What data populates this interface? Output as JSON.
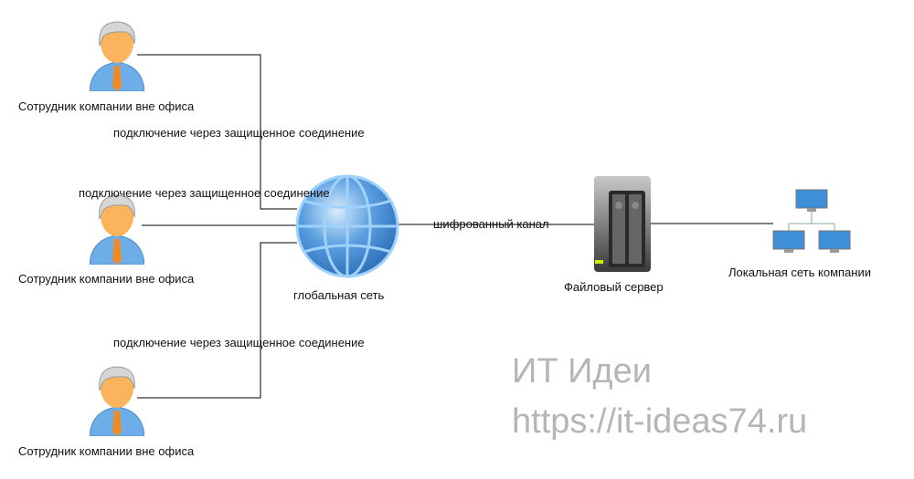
{
  "users": [
    {
      "label": "Сотрудник компании вне офиса",
      "connection": "подключение через защищенное соединение"
    },
    {
      "label": "Сотрудник компании вне офиса",
      "connection": "подключение через защищенное соединение"
    },
    {
      "label": "Сотрудник компании вне офиса",
      "connection": "подключение через защищенное соединение"
    }
  ],
  "globe": {
    "label": "глобальная сеть"
  },
  "channel": {
    "label": "шифрованный канал"
  },
  "server": {
    "label": "Файловый сервер"
  },
  "lan": {
    "label": "Локальная сеть компании"
  },
  "watermark": {
    "line1": "ИТ Идеи",
    "line2": "https://it-ideas74.ru"
  },
  "colors": {
    "globe": "#3f86d0",
    "shirt": "#6eaee8",
    "tie": "#f08a24",
    "face": "#fbb45c",
    "hair": "#cfcfcf"
  }
}
